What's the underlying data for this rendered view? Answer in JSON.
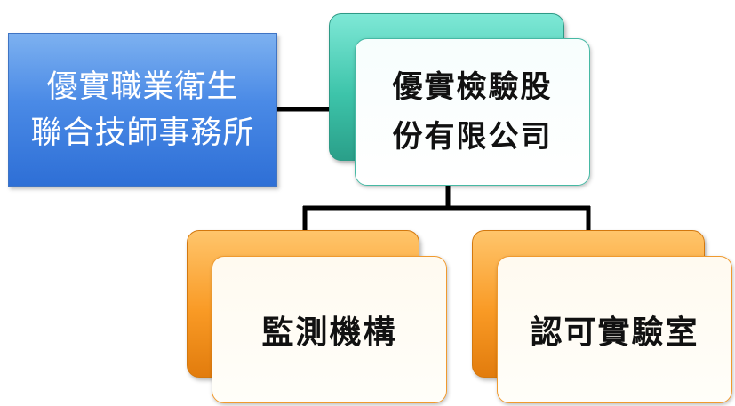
{
  "nodes": {
    "association": {
      "line1": "優實職業衛生",
      "line2": "聯合技師事務所"
    },
    "company": {
      "line1": "優實檢驗股",
      "line2": "份有限公司"
    },
    "monitoring": {
      "label": "監測機構"
    },
    "laboratory": {
      "label": "認可實驗室"
    }
  },
  "colors": {
    "association": "#4a8ae6",
    "company_accent": "#3dc4aa",
    "branch_accent": "#f99a25",
    "connector": "#000000"
  }
}
